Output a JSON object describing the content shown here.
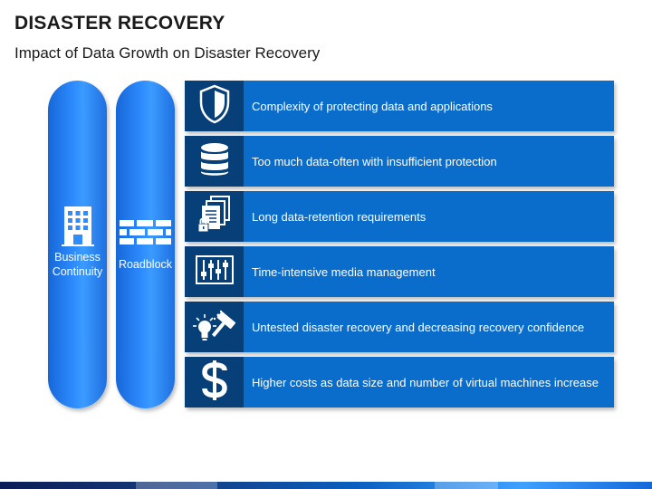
{
  "header": {
    "title": "DISASTER RECOVERY",
    "subtitle": "Impact of Data Growth on Disaster Recovery"
  },
  "pillars": [
    {
      "label_line1": "Business",
      "label_line2": "Continuity",
      "icon": "office-building-icon"
    },
    {
      "label": "Roadblock",
      "icon": "brick-wall-icon"
    }
  ],
  "items": [
    {
      "text": "Complexity of protecting data and applications",
      "icon": "shield-icon"
    },
    {
      "text": "Too much data-often with insufficient protection",
      "icon": "database-icon"
    },
    {
      "text": "Long data-retention requirements",
      "icon": "locked-documents-icon"
    },
    {
      "text": "Time-intensive media management",
      "icon": "equalizer-icon"
    },
    {
      "text": "Untested disaster recovery and decreasing recovery confidence",
      "icon": "idea-hammer-icon"
    },
    {
      "text": "Higher costs as data size and number of virtual machines increase",
      "icon": "dollar-icon"
    }
  ],
  "colors": {
    "row_background": "#0a6dcc",
    "icon_box": "#073f78",
    "pill": "#2f8dff"
  }
}
